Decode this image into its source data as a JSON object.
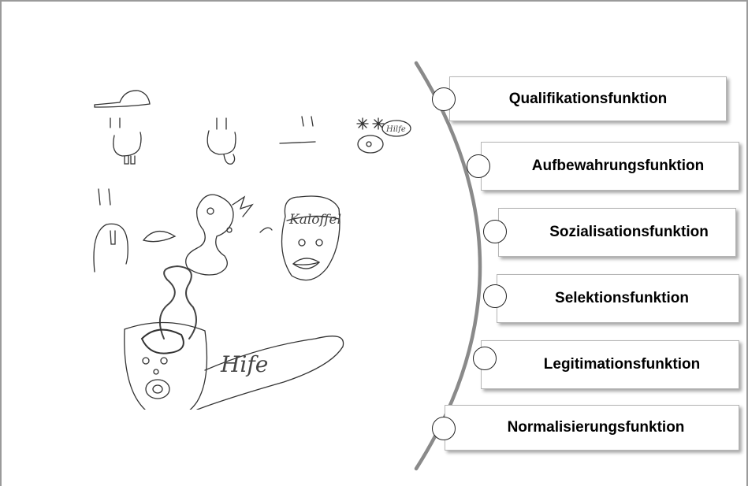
{
  "functions": [
    {
      "label": "Qualifikationsfunktion"
    },
    {
      "label": "Aufbewahrungsfunktion"
    },
    {
      "label": "Sozialisationsfunktion"
    },
    {
      "label": "Selektionsfunktion"
    },
    {
      "label": "Legitimationsfunktion"
    },
    {
      "label": "Normalisierungsfunktion"
    }
  ],
  "sketch": {
    "word_potato": "Kaloffel",
    "word_help_large": "Hife",
    "word_help_small": "Hilfe"
  },
  "colors": {
    "arc": "#8a8a8a",
    "box_border": "#b5b5b5",
    "pencil": "#333333"
  }
}
